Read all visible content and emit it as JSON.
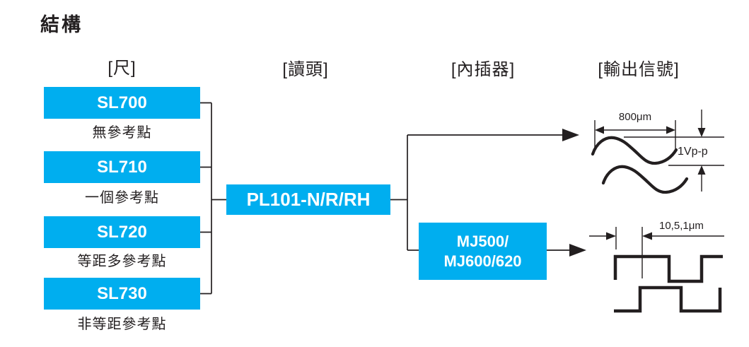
{
  "diagram": {
    "title": "結構"
  },
  "columns": {
    "scale": "[尺]",
    "read_head": "[讀頭]",
    "interpolator": "[內插器]",
    "output_signal": "[輸出信號]"
  },
  "scales": [
    {
      "model": "SL700",
      "description": "無參考點"
    },
    {
      "model": "SL710",
      "description": "一個參考點"
    },
    {
      "model": "SL720",
      "description": "等距多參考點"
    },
    {
      "model": "SL730",
      "description": "非等距參考點"
    }
  ],
  "read_head": {
    "model": "PL101-N/R/RH"
  },
  "interpolator": {
    "model_line1": "MJ500/",
    "model_line2": "MJ600/620"
  },
  "output_signals": {
    "analog": {
      "waveform": "sine",
      "period_label": "800μm",
      "amplitude_label": "1Vp-p"
    },
    "digital": {
      "waveform": "square",
      "resolution_label": "10,5,1μm"
    }
  },
  "colors": {
    "accent": "#00AEEF",
    "line": "#231F20"
  }
}
